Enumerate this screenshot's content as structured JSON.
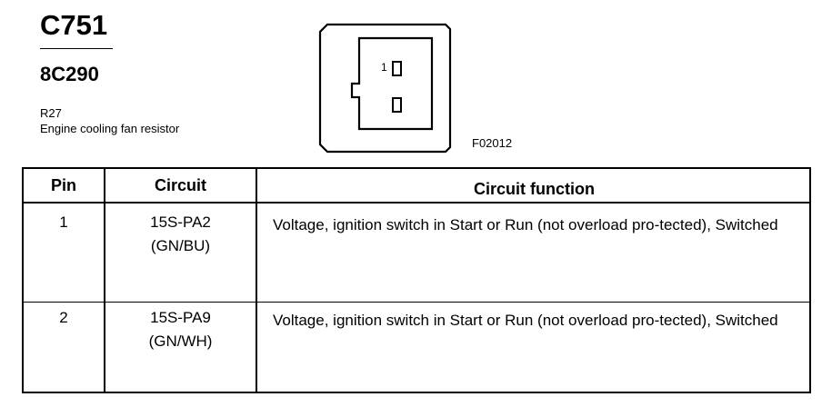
{
  "header": {
    "connector_id": "C751",
    "part_number": "8C290",
    "ref_code": "R27",
    "description": "Engine cooling fan resistor"
  },
  "diagram": {
    "pin_number_label": "1",
    "figure_code": "F02012"
  },
  "table": {
    "headers": {
      "pin": "Pin",
      "circuit": "Circuit",
      "function": "Circuit function"
    },
    "rows": [
      {
        "pin": "1",
        "circuit_code": "15S-PA2",
        "circuit_color": "(GN/BU)",
        "function": "Voltage, ignition switch in Start or Run (not overload pro-tected), Switched"
      },
      {
        "pin": "2",
        "circuit_code": "15S-PA9",
        "circuit_color": "(GN/WH)",
        "function": "Voltage, ignition switch in Start or Run (not overload pro-tected), Switched"
      }
    ]
  }
}
